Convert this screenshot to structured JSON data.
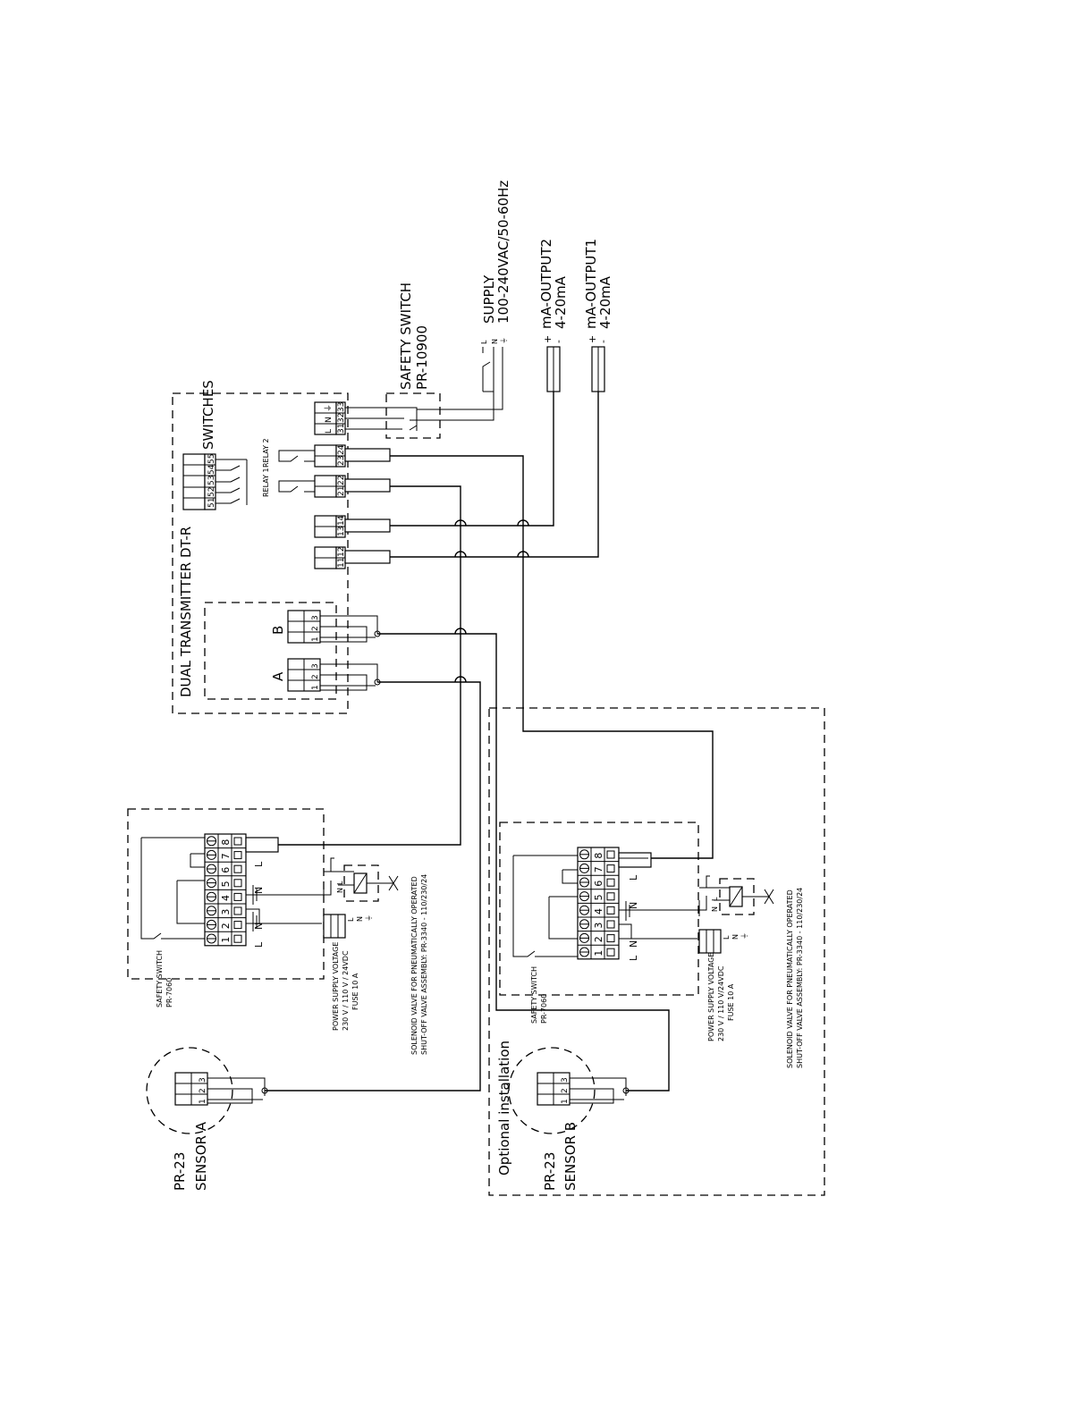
{
  "transmitter": {
    "title": "DUAL TRANSMITTER DT-R",
    "input_a": "A",
    "input_b": "B",
    "switches_label": "SWITCHES",
    "relay1": "RELAY 1",
    "relay2": "RELAY 2",
    "switch_terminals": [
      "51",
      "52",
      "53",
      "54",
      "55"
    ],
    "terminals_11_12": [
      "11",
      "12"
    ],
    "terminals_13_14": [
      "13",
      "14"
    ],
    "terminals_21_22": [
      "21",
      "22"
    ],
    "terminals_23_24": [
      "23",
      "24"
    ],
    "terminals_31_33": [
      "31",
      "32",
      "33"
    ],
    "supply_terms": [
      "L",
      "N",
      "⏚"
    ],
    "input_terms": [
      "1",
      "2",
      "3"
    ]
  },
  "safety_switch_main": {
    "line1": "SAFETY SWITCH",
    "line2": "PR-10900"
  },
  "supply": {
    "line1": "SUPPLY",
    "line2": "100-240VAC/50-60Hz",
    "terms": [
      "L",
      "N",
      "⏚"
    ]
  },
  "output2": {
    "line1": "mA-OUTPUT2",
    "line2": "4-20mA",
    "plus": "+",
    "minus": "-"
  },
  "output1": {
    "line1": "mA-OUTPUT1",
    "line2": "4-20mA",
    "plus": "+",
    "minus": "-"
  },
  "sensor_a": {
    "model": "PR-23",
    "name": "SENSOR A",
    "terms": [
      "1",
      "2",
      "3"
    ]
  },
  "sensor_b": {
    "model": "PR-23",
    "name": "SENSOR B",
    "terms": [
      "1",
      "2",
      "3"
    ]
  },
  "optional": "Optional installation",
  "washer_unit": {
    "safety_switch": "SAFETY SWITCH",
    "safety_model": "PR-7060",
    "terminal_numbers": [
      "1",
      "2",
      "3",
      "4",
      "5",
      "6",
      "7",
      "8"
    ],
    "l_label": "L",
    "n_label": "N",
    "psu_terms": [
      "L",
      "N",
      "⏚"
    ]
  },
  "psu_a": {
    "line1": "POWER SUPPLY VOLTAGE",
    "line2": "230 V / 110 V / 24VDC",
    "line3": "FUSE 10 A"
  },
  "psu_b": {
    "line1": "POWER SUPPLY VOLTAGE",
    "line2": "230 V / 110 V/24VDC",
    "line3": "FUSE 10 A"
  },
  "valve_a": {
    "line1": "SOLENOID VALVE FOR PNEUMATICALLY OPERATED",
    "line2": "SHUT-OFF VALVE ASSEMBLY: PR-3340 - 110/230/24"
  },
  "valve_b": {
    "line1": "SOLENOID VALVE FOR PNEUMATICALLY OPERATED",
    "line2": "SHUT-OFF VALVE ASSEMBLY: PR-3340 - 110/230/24"
  }
}
